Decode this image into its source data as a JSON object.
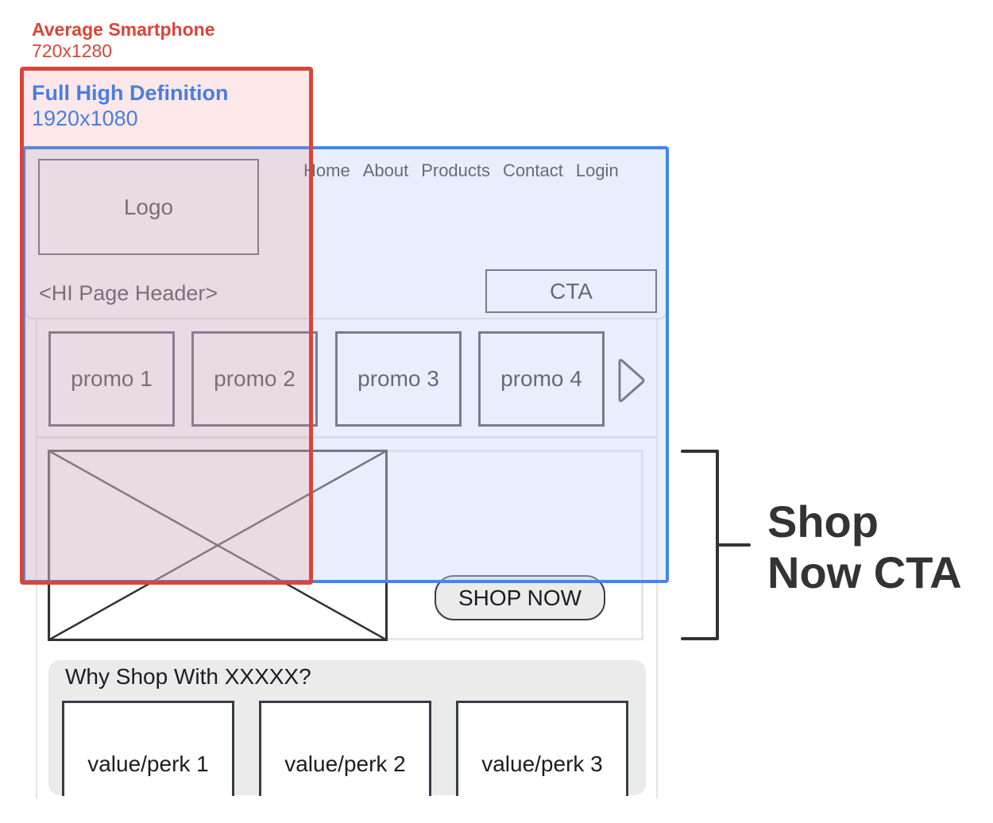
{
  "viewports": {
    "smartphone": {
      "name": "Average Smartphone",
      "resolution": "720x1280",
      "color": "#dc4437"
    },
    "full_hd": {
      "name": "Full High Definition",
      "resolution": "1920x1080",
      "color": "#4a7ee0"
    }
  },
  "header": {
    "logo_label": "Logo",
    "nav_items": [
      "Home",
      "About",
      "Products",
      "Contact",
      "Login"
    ],
    "page_header": "<HI Page Header>",
    "cta_label": "CTA"
  },
  "promos": {
    "items": [
      "promo 1",
      "promo 2",
      "promo 3",
      "promo 4"
    ],
    "next_icon": "chevron-right-icon"
  },
  "hero": {
    "image_placeholder_icon": "image-placeholder-icon",
    "button_label": "SHOP NOW"
  },
  "why_section": {
    "title": "Why Shop With XXXXX?",
    "perks": [
      "value/perk 1",
      "value/perk 2",
      "value/perk 3"
    ]
  },
  "annotation": {
    "line1": "Shop",
    "line2": "Now CTA"
  }
}
